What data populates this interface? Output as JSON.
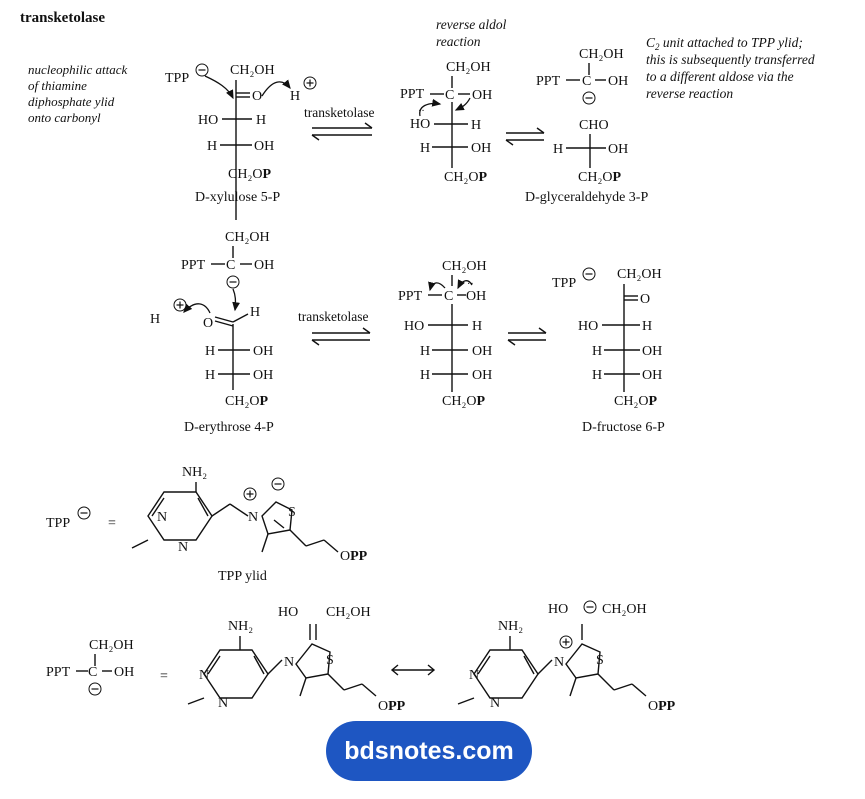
{
  "heading": "transketolase",
  "annotations": {
    "nucleophilic_1": "nucleophilic attack",
    "nucleophilic_2": "of thiamine",
    "nucleophilic_3": "diphosphate ylid",
    "nucleophilic_4": "onto carbonyl",
    "reverse_1": "reverse aldol",
    "reverse_2": "reaction",
    "c2_1": "unit attached to TPP ylid;",
    "c2_2": "this is subsequently transferred",
    "c2_3": "to a different aldose via the",
    "c2_4": "reverse reaction"
  },
  "labels": {
    "enzyme_1": "transketolase",
    "enzyme_2": "transketolase",
    "xylulose": "D-xylulose 5-P",
    "glyceraldehyde": "D-glyceraldehyde 3-P",
    "erythrose": "D-erythrose 4-P",
    "fructose": "D-fructose 6-P",
    "tpp_ylid": "TPP ylid"
  },
  "chem": {
    "tpp": "TPP",
    "ppt": "PPT",
    "ch2oh": "CH₂OH",
    "ch2o": "CH₂O",
    "p": "P",
    "ho": "HO",
    "oh": "OH",
    "h": "H",
    "c": "C",
    "o": "O",
    "cho": "CHO",
    "nh2": "NH₂",
    "n": "N",
    "s": "S",
    "o_pp": "O",
    "pp": "PP",
    "equals": "=",
    "plus": "+",
    "minus": "−"
  },
  "watermark": "bdsnotes.com"
}
